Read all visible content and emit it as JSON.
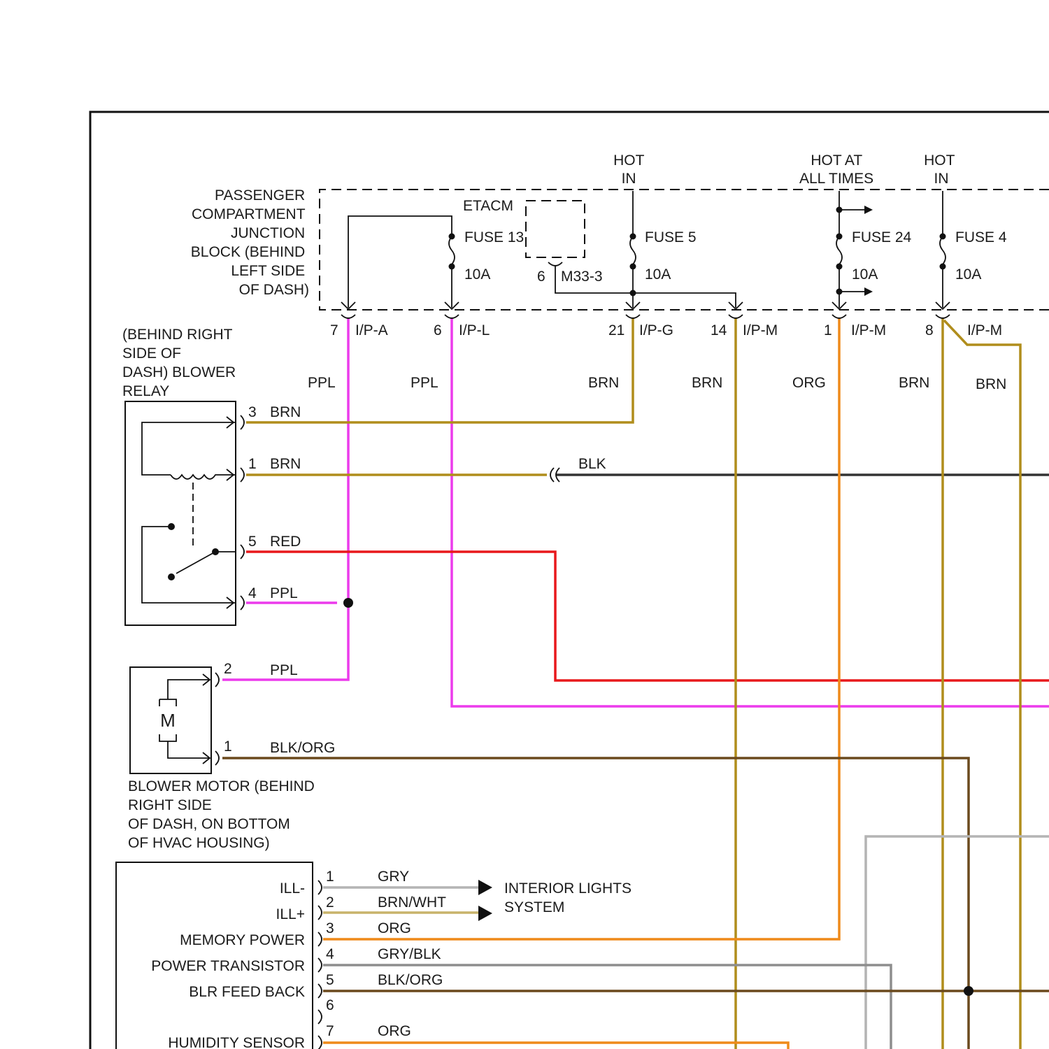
{
  "colors": {
    "PPL": "#ec3bec",
    "BRN": "#b08d1c",
    "ORG": "#ef8a1a",
    "RED": "#e8181c",
    "BLK": "#333333",
    "GRY": "#b4b4b4",
    "GRY_BLK": "#8e8e8e",
    "BLK_ORG": "#6b4a1e",
    "BRN_WHT": "#c8b36a"
  },
  "power": {
    "hot_in_1": [
      "HOT",
      "IN"
    ],
    "hot_at_all_times": [
      "HOT AT",
      "ALL TIMES"
    ],
    "hot_in_2": [
      "HOT",
      "IN"
    ]
  },
  "junction_block": {
    "label": [
      "PASSENGER",
      "COMPARTMENT",
      "JUNCTION",
      "BLOCK (BEHIND",
      "LEFT SIDE",
      "OF DASH)"
    ],
    "etacm": "ETACM",
    "m33_pin": "6",
    "m33": "M33-3",
    "fuses": [
      {
        "name": "FUSE 13",
        "rating": "10A"
      },
      {
        "name": "FUSE 5",
        "rating": "10A"
      },
      {
        "name": "FUSE 24",
        "rating": "10A"
      },
      {
        "name": "FUSE 4",
        "rating": "10A"
      }
    ]
  },
  "connectors": [
    {
      "pin": "7",
      "name": "I/P-A"
    },
    {
      "pin": "6",
      "name": "I/P-L"
    },
    {
      "pin": "21",
      "name": "I/P-G"
    },
    {
      "pin": "14",
      "name": "I/P-M"
    },
    {
      "pin": "1",
      "name": "I/P-M"
    },
    {
      "pin": "8",
      "name": "I/P-M"
    }
  ],
  "wire_colors_top": [
    "PPL",
    "PPL",
    "BRN",
    "BRN",
    "ORG",
    "BRN",
    "BRN"
  ],
  "blower_relay": {
    "label": [
      "(BEHIND RIGHT",
      "SIDE OF",
      "DASH) BLOWER",
      "RELAY"
    ],
    "pins": [
      {
        "pin": "3",
        "wire": "BRN"
      },
      {
        "pin": "1",
        "wire": "BRN"
      },
      {
        "pin": "5",
        "wire": "RED"
      },
      {
        "pin": "4",
        "wire": "PPL"
      }
    ],
    "ground_wire": "BLK"
  },
  "blower_motor": {
    "symbol": "M",
    "pins": [
      {
        "pin": "2",
        "wire": "PPL"
      },
      {
        "pin": "1",
        "wire": "BLK/ORG"
      }
    ],
    "label": [
      "BLOWER MOTOR (BEHIND",
      "RIGHT SIDE",
      "OF DASH, ON BOTTOM",
      "OF HVAC HOUSING)"
    ]
  },
  "control_module": {
    "pins": [
      {
        "pin": "1",
        "name": "ILL-",
        "wire": "GRY"
      },
      {
        "pin": "2",
        "name": "ILL+",
        "wire": "BRN/WHT"
      },
      {
        "pin": "3",
        "name": "MEMORY POWER",
        "wire": "ORG"
      },
      {
        "pin": "4",
        "name": "POWER TRANSISTOR",
        "wire": "GRY/BLK"
      },
      {
        "pin": "5",
        "name": "BLR FEED BACK",
        "wire": "BLK/ORG"
      },
      {
        "pin": "6",
        "name": "",
        "wire": ""
      },
      {
        "pin": "7",
        "name": "HUMIDITY SENSOR",
        "wire": "ORG"
      }
    ],
    "destination": [
      "INTERIOR LIGHTS",
      "SYSTEM"
    ]
  }
}
